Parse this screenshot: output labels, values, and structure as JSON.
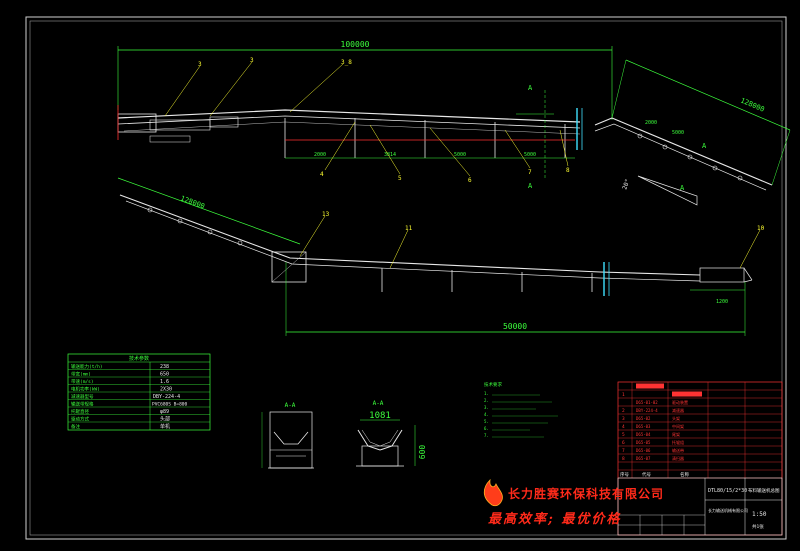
{
  "drawing": {
    "dim_upper_horizontal": "100000",
    "dim_upper_slope": "128000",
    "dim_lower_slope": "128000",
    "dim_lower_horizontal": "50000",
    "upper_sub_dims": [
      "2000",
      "3814",
      "5000",
      "5000"
    ],
    "upper_slope_sub_dims": [
      "2000",
      "5000"
    ],
    "angle_label": "20°",
    "lower_small_dim": "1200",
    "section_mark_top": "A",
    "section_mark_bottom": "A",
    "section_mark_slope_a": "A",
    "section_mark_slope_b": "A",
    "balloons": [
      "3",
      "3",
      "3_8",
      "4",
      "5",
      "6",
      "7",
      "8",
      "13",
      "11",
      "10"
    ]
  },
  "section_views": {
    "left_label": "A-A",
    "right_label": "A-A",
    "right_width": "1081",
    "right_height": "600"
  },
  "params_table": {
    "title": "技术参数",
    "rows": [
      {
        "label": "输送能力(t/h)",
        "value": "238"
      },
      {
        "label": "带宽(mm)",
        "value": "650"
      },
      {
        "label": "带速(m/s)",
        "value": "1.6"
      },
      {
        "label": "电机功率(kW)",
        "value": "2X30"
      },
      {
        "label": "减速器型号",
        "value": "DBY-224-4"
      },
      {
        "label": "输送带规格",
        "value": "PVC680S B=800"
      },
      {
        "label": "托辊直径",
        "value": "φ89"
      },
      {
        "label": "驱动方式",
        "value": "头部"
      },
      {
        "label": "备注",
        "value": "单机"
      }
    ]
  },
  "notes": {
    "title": "技术要求",
    "items": [
      "1.",
      "2.",
      "3.",
      "4.",
      "5.",
      "6.",
      "7."
    ]
  },
  "title_block": {
    "drawing_no": "DTL80/15/2*30",
    "drawing_name": "布料输送机总图",
    "company_short": "长力输送机械有限公司",
    "scale": "1:50",
    "sheet": "共1张",
    "parts": [
      {
        "no": "1",
        "code": "D65-01-02",
        "name": "驱动装置"
      },
      {
        "no": "2",
        "code": "DBY-224-4",
        "name": "减速器"
      },
      {
        "no": "3",
        "code": "D65-02",
        "name": "头架"
      },
      {
        "no": "4",
        "code": "D65-03",
        "name": "中间架"
      },
      {
        "no": "5",
        "code": "D65-04",
        "name": "尾架"
      },
      {
        "no": "6",
        "code": "D65-05",
        "name": "托辊组"
      },
      {
        "no": "7",
        "code": "D65-06",
        "name": "输送带"
      },
      {
        "no": "8",
        "code": "D65-07",
        "name": "清扫器"
      }
    ],
    "header_labels": [
      "序号",
      "代号",
      "名称"
    ]
  },
  "company": {
    "name": "长力胜赛环保科技有限公司",
    "slogan": "最高效率; 最优价格"
  },
  "colors": {
    "frame": "#d8d8d8",
    "dimension": "#3cff3c",
    "structure": "#e8e8e8",
    "centerline": "#ff3030",
    "leader": "#ffff30",
    "titleblock_red": "#ff3333",
    "accent_cyan": "#40e0ff"
  }
}
